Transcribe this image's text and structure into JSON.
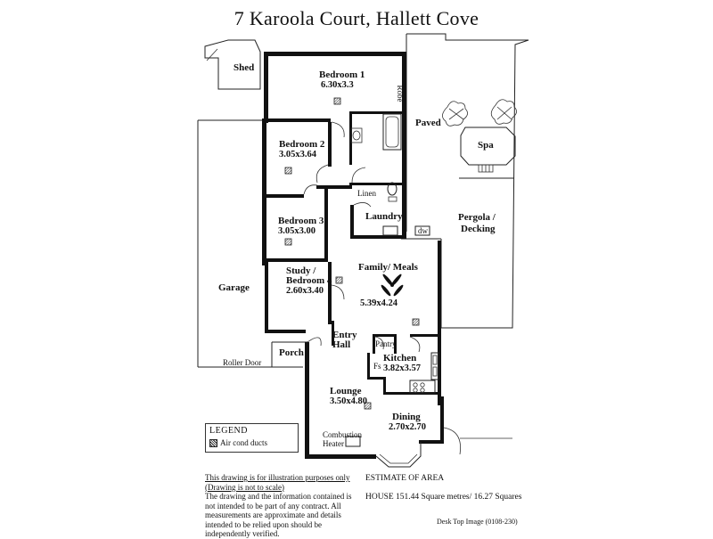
{
  "title": "7 Karoola Court,  Hallett Cove",
  "rooms": {
    "shed": "Shed",
    "bed1": "Bedroom 1",
    "bed1_dim": "6.30x3.3",
    "robe": "Robe",
    "paved": "Paved",
    "spa": "Spa",
    "bed2": "Bedroom 2",
    "bed2_dim": "3.05x3.64",
    "linen": "Linen",
    "bed3": "Bedroom 3",
    "bed3_dim": "3.05x3.00",
    "laundry": "Laundry",
    "dw": "dw",
    "pergola1": "Pergola /",
    "pergola2": "Decking",
    "family": "Family/ Meals",
    "family_dim": "5.39x4.24",
    "study1": "Study /",
    "study2": "Bedroom 4",
    "study_dim": "2.60x3.40",
    "garage": "Garage",
    "entry1": "Entry",
    "entry2": "Hall",
    "pantry": "Pantry",
    "kitchen": "Kitchen",
    "kitchen_dim": "3.82x3.57",
    "fs": "Fs",
    "roller": "Roller Door",
    "porch": "Porch",
    "lounge": "Lounge",
    "lounge_dim": "3.50x4.80",
    "dining": "Dining",
    "dining_dim": "2.70x2.70",
    "comb1": "Combustion",
    "comb2": "Heater"
  },
  "legend": {
    "title": "LEGEND",
    "item": "Air cond ducts"
  },
  "disclaimer": {
    "line1": "This drawing is for illustration purposes only",
    "line2": "(Drawing is not to scale)",
    "body": "The drawing and the information contained is not intended to be part of any contract.  All measurements are approximate and details intended to be relied upon should be independently verified."
  },
  "estimate": {
    "heading": "ESTIMATE OF AREA",
    "house": "HOUSE  151.44 Square metres/ 16.27 Squares"
  },
  "image_ref": "Desk Top Image (0108-230)"
}
